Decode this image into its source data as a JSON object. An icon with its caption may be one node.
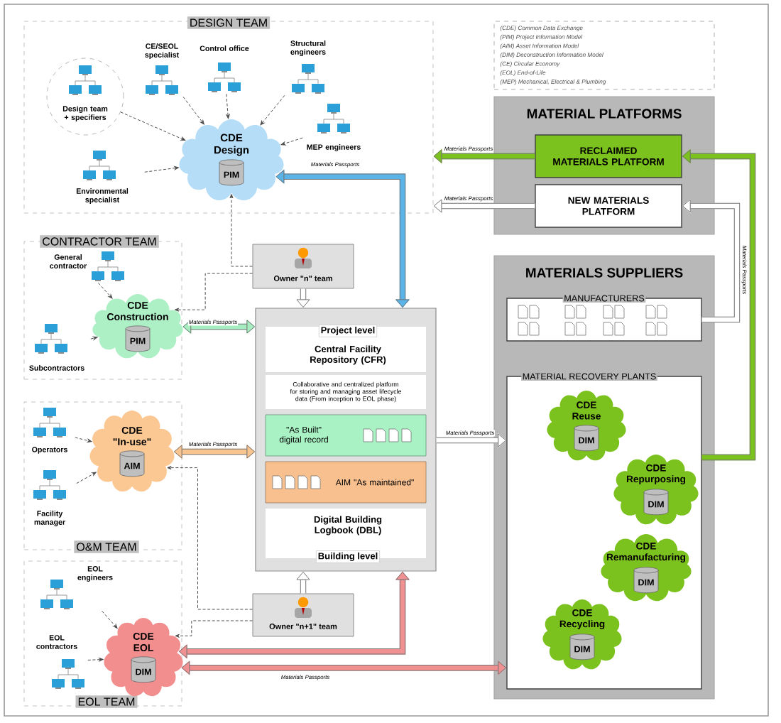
{
  "diagram": {
    "nodes": [
      {
        "text": [
          "DESIGN TEAM"
        ]
      },
      {
        "text": [
          "Design team + specifiers"
        ],
        "in": 0
      },
      {
        "text": [
          "CE/SEOL specialist"
        ],
        "in": 0
      },
      {
        "text": [
          "Control office"
        ],
        "in": 0
      },
      {
        "text": [
          "Structural engineers"
        ],
        "in": 0
      },
      {
        "text": [
          "MEP engineers"
        ],
        "in": 0
      },
      {
        "text": [
          "Environmental specialist"
        ],
        "in": 0
      },
      {
        "text": [
          "CDE Design",
          "PIM"
        ],
        "in": 0
      },
      {
        "text": [
          "CONTRACTOR TEAM"
        ]
      },
      {
        "text": [
          "General contractor"
        ],
        "in": 8
      },
      {
        "text": [
          "Subcontractors"
        ],
        "in": 8
      },
      {
        "text": [
          "CDE Construction",
          "PIM"
        ],
        "in": 8
      },
      {
        "text": [
          "O&M TEAM"
        ]
      },
      {
        "text": [
          "Operators"
        ],
        "in": 12
      },
      {
        "text": [
          "Facility manager"
        ],
        "in": 12
      },
      {
        "text": [
          "CDE \"In-use\"",
          "AIM"
        ],
        "in": 12
      },
      {
        "text": [
          "EOL TEAM"
        ]
      },
      {
        "text": [
          "EOL engineers"
        ],
        "in": 16
      },
      {
        "text": [
          "EOL contractors"
        ],
        "in": 16
      },
      {
        "text": [
          "CDE EOL",
          "DIM"
        ],
        "in": 16
      },
      {
        "text": [
          "Owner \"n\" team"
        ]
      },
      {
        "text": [],
        "shape": "box"
      },
      {
        "text": [
          "Project level",
          "Central Facility Repository (CFR)"
        ],
        "in": 21
      },
      {
        "text": [
          "Collaborative and centralized platform for storing and managing asset lifecycle data (From inception to EOL phase)"
        ],
        "in": 21
      },
      {
        "text": [
          "\"As Built\" digital record"
        ],
        "in": 21
      },
      {
        "text": [
          "AIM \"As maintained\""
        ],
        "in": 21
      },
      {
        "text": [
          "Digital Building Logbook (DBL)",
          "Building level"
        ],
        "in": 21
      },
      {
        "text": [
          "Owner \"n+1\" team"
        ]
      },
      {
        "text": [
          "(CDE) Common Data Exchange",
          "(PIM) Project Information Model",
          "(AIM) Asset Information Model",
          "(DIM) Deconstruction Information Model",
          "(CE) Circular Economy",
          "(EOL) End-of-Life",
          "(MEP) Mechanical, Electrical & Plumbing"
        ]
      },
      {
        "text": [
          "MATERIAL PLATFORMS"
        ]
      },
      {
        "text": [
          "RECLAIMED MATERIALS PLATFORM"
        ],
        "in": 29
      },
      {
        "text": [
          "NEW MATERIALS PLATFORM"
        ],
        "in": 29
      },
      {
        "text": [
          "MATERIALS SUPPLIERS"
        ]
      },
      {
        "text": [
          "MANUFACTURERS"
        ],
        "in": 32
      },
      {
        "text": [
          "MATERIAL RECOVERY PLANTS"
        ],
        "in": 32
      },
      {
        "text": [
          "CDE Reuse",
          "DIM"
        ],
        "in": 34
      },
      {
        "text": [
          "CDE Repurposing",
          "DIM"
        ],
        "in": 34
      },
      {
        "text": [
          "CDE Remanufacturing",
          "DIM"
        ],
        "in": 34
      },
      {
        "text": [
          "CDE Recycling",
          "DIM"
        ],
        "in": 34
      }
    ],
    "edges": [
      {
        "from": 1,
        "to": 7,
        "arrow": "to",
        "style": "dashed"
      },
      {
        "from": 2,
        "to": 7,
        "arrow": "to",
        "style": "dashed"
      },
      {
        "from": 3,
        "to": 7,
        "arrow": "to",
        "style": "dashed"
      },
      {
        "from": 4,
        "to": 7,
        "arrow": "to",
        "style": "dashed"
      },
      {
        "from": 5,
        "to": 7,
        "arrow": "to",
        "style": "dashed"
      },
      {
        "from": 6,
        "to": 7,
        "arrow": "to",
        "style": "dashed"
      },
      {
        "from": 20,
        "to": 7,
        "arrow": "to",
        "style": "dashed"
      },
      {
        "from": 20,
        "to": 11,
        "arrow": "to",
        "style": "dashed"
      },
      {
        "from": 9,
        "to": 11,
        "arrow": "to",
        "style": "dashed"
      },
      {
        "from": 10,
        "to": 11,
        "arrow": "to",
        "style": "dashed"
      },
      {
        "from": 13,
        "to": 15,
        "arrow": "to",
        "style": "dashed"
      },
      {
        "from": 14,
        "to": 15,
        "arrow": "to",
        "style": "dashed"
      },
      {
        "from": 27,
        "to": 15,
        "arrow": "to",
        "style": "dashed"
      },
      {
        "from": 17,
        "to": 19,
        "arrow": "to",
        "style": "dashed"
      },
      {
        "from": 18,
        "to": 19,
        "arrow": "to",
        "style": "dashed"
      },
      {
        "from": 27,
        "to": 19,
        "arrow": "to",
        "style": "dashed"
      },
      {
        "from": 20,
        "to": 21,
        "arrow": "to",
        "style": "thick",
        "color": "#ffffff"
      },
      {
        "from": 27,
        "to": 21,
        "arrow": "to",
        "style": "thick",
        "color": "#ffffff"
      },
      {
        "from": 7,
        "to": 21,
        "arrow": "both",
        "style": "thick",
        "color": "#5ab4e8",
        "label": "Materials Passports"
      },
      {
        "from": 11,
        "to": 21,
        "arrow": "both",
        "style": "thick",
        "color": "#a6eec0",
        "label": "Materials Passports"
      },
      {
        "from": 15,
        "to": 21,
        "arrow": "both",
        "style": "thick",
        "color": "#f8c48f",
        "label": "Materials Passports"
      },
      {
        "from": 21,
        "to": 34,
        "arrow": "to",
        "style": "thick",
        "color": "#ffffff",
        "label": "Materials Passports"
      },
      {
        "from": 19,
        "to": 21,
        "arrow": "both",
        "style": "thick",
        "color": "#f09090"
      },
      {
        "from": 19,
        "to": 34,
        "arrow": "both",
        "style": "thick",
        "color": "#f09090",
        "label": "Materials Passports"
      },
      {
        "from": 30,
        "to": 0,
        "arrow": "to",
        "style": "thick",
        "color": "#7cc21e",
        "label": "Materials Passports"
      },
      {
        "from": 31,
        "to": 0,
        "arrow": "to",
        "style": "thick",
        "color": "#ffffff",
        "label": "Materials Passports"
      },
      {
        "from": 34,
        "to": 30,
        "arrow": "to",
        "style": "thick",
        "color": "#7cc21e"
      },
      {
        "from": 33,
        "to": 31,
        "arrow": "to",
        "style": "thick",
        "color": "#ffffff",
        "label": "Materials Passports"
      }
    ]
  }
}
